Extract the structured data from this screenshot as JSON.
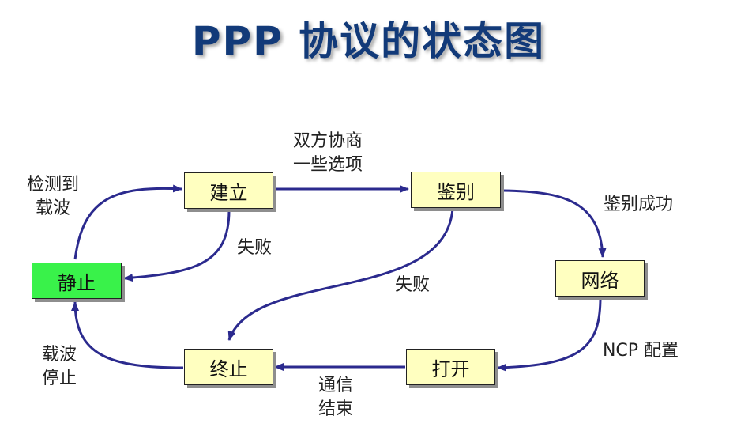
{
  "title": "PPP 协议的状态图",
  "colors": {
    "title": "#123a79",
    "arrow": "#2b2a8e",
    "state_fill": "#ffffc0",
    "initial_state_fill": "#39f24a"
  },
  "states": {
    "static": "静止",
    "establish": "建立",
    "authenticate": "鉴别",
    "network": "网络",
    "open": "打开",
    "terminate": "终止"
  },
  "transitions": {
    "carrier_detected": [
      "检测到",
      "载波"
    ],
    "negotiate_options": [
      "双方协商",
      "一些选项"
    ],
    "establish_fail": "失败",
    "auth_success": "鉴别成功",
    "auth_fail": "失败",
    "ncp_config": "NCP 配置",
    "comm_end": [
      "通信",
      "结束"
    ],
    "carrier_stopped": [
      "载波",
      "停止"
    ]
  }
}
